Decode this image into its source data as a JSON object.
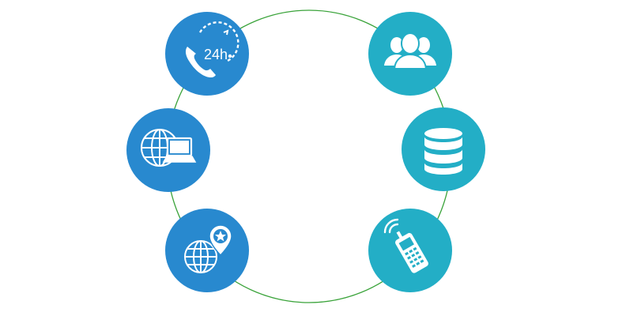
{
  "colors": {
    "ring": "#3aa33a",
    "blue": "#2889cf",
    "teal": "#23aec6",
    "icon": "#ffffff"
  },
  "nodes": [
    {
      "name": "support-24h-node",
      "icon": "phone-24h-icon",
      "label": "24h",
      "color": "blue"
    },
    {
      "name": "web-node",
      "icon": "globe-laptop-icon",
      "color": "blue"
    },
    {
      "name": "location-node",
      "icon": "globe-location-pin-icon",
      "color": "blue"
    },
    {
      "name": "users-node",
      "icon": "user-group-icon",
      "color": "teal"
    },
    {
      "name": "database-node",
      "icon": "database-icon",
      "color": "teal"
    },
    {
      "name": "mobile-node",
      "icon": "mobile-phone-signal-icon",
      "color": "teal"
    }
  ]
}
